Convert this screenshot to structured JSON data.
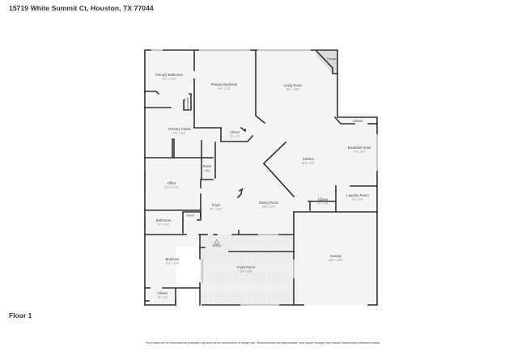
{
  "header": {
    "title": "15719 White Summit Ct, Houston, TX 77044"
  },
  "floor": {
    "label": "Floor 1"
  },
  "footer": {
    "disclaimer": "Floor plans are for informational purposes only and not for construction or design use. Measurements are approximate, and square footage may include finished and unfinished areas."
  },
  "colors": {
    "wall": "#333333",
    "floor": "#f4f4f4",
    "window": "#c9c9c9",
    "fireplace": "#dcdcdc",
    "porch": "#ececec",
    "text": "#444444"
  },
  "rooms": [
    {
      "id": "primary-bathroom",
      "name": "Primary Bathroom",
      "dims": "10'1\" x 13'3\""
    },
    {
      "id": "primary-bedroom",
      "name": "Primary Bedroom",
      "dims": "14'0\" x 17'3\""
    },
    {
      "id": "living-room",
      "name": "Living Room",
      "dims": "20'1\" x 19'8\""
    },
    {
      "id": "fireplace",
      "name": "Fireplace",
      "dims": ""
    },
    {
      "id": "bathroom-ensuite",
      "name": "Bathroom",
      "dims": "4'4\" x 6'4\""
    },
    {
      "id": "primary-closet",
      "name": "Primary Closet",
      "dims": "13'1\" x 11'1\""
    },
    {
      "id": "closet-hall",
      "name": "Closet",
      "dims": "7'1\" x 2'3\""
    },
    {
      "id": "closet-nook",
      "name": "Closet",
      "dims": ""
    },
    {
      "id": "breakfast-nook",
      "name": "Breakfast Nook",
      "dims": "7'3\" x 12'1\""
    },
    {
      "id": "kitchen",
      "name": "Kitchen",
      "dims": "16'8\" x 17'3\""
    },
    {
      "id": "stairs",
      "name": "Stairs",
      "sub": "(Up)"
    },
    {
      "id": "office",
      "name": "Office",
      "dims": "12'2\" x 11'10\""
    },
    {
      "id": "foyer",
      "name": "Foyer",
      "dims": "8'1\" x 12'0\""
    },
    {
      "id": "dining-room",
      "name": "Dining Room",
      "dims": "12'8\" x 13'7\""
    },
    {
      "id": "closet-kitchen",
      "name": "Closet",
      "dims": "5'7\" x 4'6\""
    },
    {
      "id": "laundry-room",
      "name": "Laundry Room",
      "dims": "9'3\" x 6'11\""
    },
    {
      "id": "bathroom",
      "name": "Bathroom",
      "dims": "8'2\" x 4'10\""
    },
    {
      "id": "closet-bath",
      "name": "Closet",
      "dims": ""
    },
    {
      "id": "entry",
      "name": "Entry",
      "dims": ""
    },
    {
      "id": "bedroom",
      "name": "Bedroom",
      "dims": "12'2\" x 12'4\""
    },
    {
      "id": "front-porch",
      "name": "Front Porch",
      "dims": "21'6\" x 19'8\""
    },
    {
      "id": "garage",
      "name": "Garage",
      "dims": "18'11\" x 20'8\""
    },
    {
      "id": "closet-bedroom",
      "name": "Closet",
      "dims": "7'8\" x 2'2\""
    }
  ]
}
